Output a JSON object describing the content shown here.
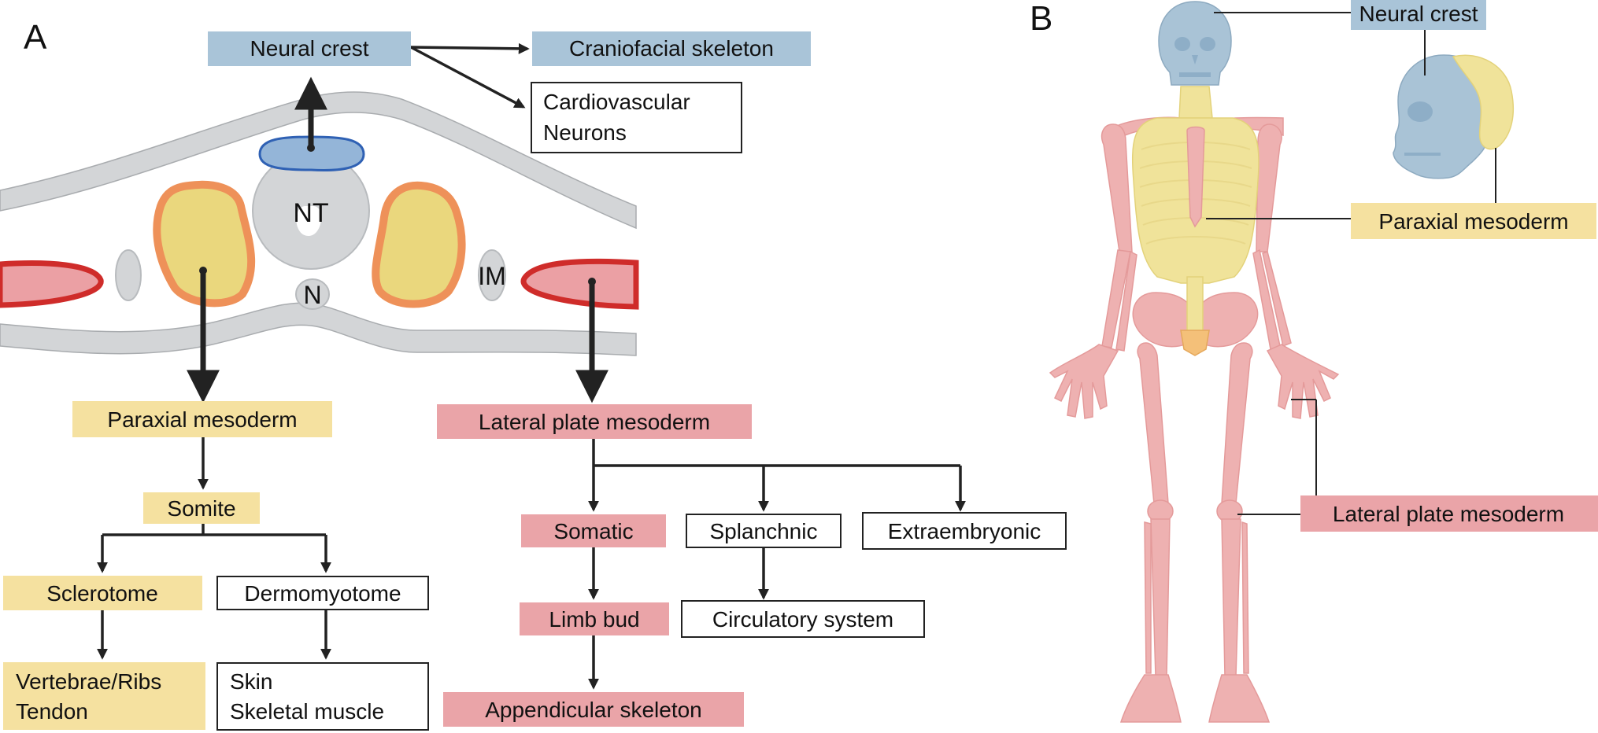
{
  "panels": {
    "a": "A",
    "b": "B"
  },
  "colors": {
    "neural_crest": "#a9c4d8",
    "paraxial": "#f5e1a0",
    "lateral": "#eaa4a8",
    "neutral": "#ffffff",
    "arrow": "#222222",
    "tube_gray": "#d3d5d7",
    "somite_orange": "#ee9159",
    "somite_fill": "#ead77d",
    "lpm_red": "#cf2c2a",
    "lpm_fill": "#eba0a4",
    "crest_blue": "#2f61b4",
    "bone_pink": "#eeb1b1",
    "bone_yellow": "#f0e39a",
    "skull_blue": "#a9c3d6"
  },
  "embryo": {
    "nt": "NT",
    "n": "N",
    "im": "IM"
  },
  "boxes": {
    "neural_crest": "Neural crest",
    "craniofacial": "Craniofacial skeleton",
    "cardio_1": "Cardiovascular",
    "cardio_2": "Neurons",
    "paraxial": "Paraxial mesoderm",
    "somite": "Somite",
    "sclerotome": "Sclerotome",
    "dermomyotome": "Dermomyotome",
    "vertebrae_1": "Vertebrae/Ribs",
    "vertebrae_2": "Tendon",
    "skin_1": "Skin",
    "skin_2": "Skeletal muscle",
    "lateral": "Lateral plate mesoderm",
    "somatic": "Somatic",
    "splanchnic": "Splanchnic",
    "extraembryonic": "Extraembryonic",
    "limb_bud": "Limb bud",
    "circulatory": "Circulatory system",
    "appendicular": "Appendicular skeleton"
  },
  "panel_b": {
    "neural_crest": "Neural crest",
    "paraxial": "Paraxial mesoderm",
    "lateral": "Lateral plate mesoderm"
  }
}
